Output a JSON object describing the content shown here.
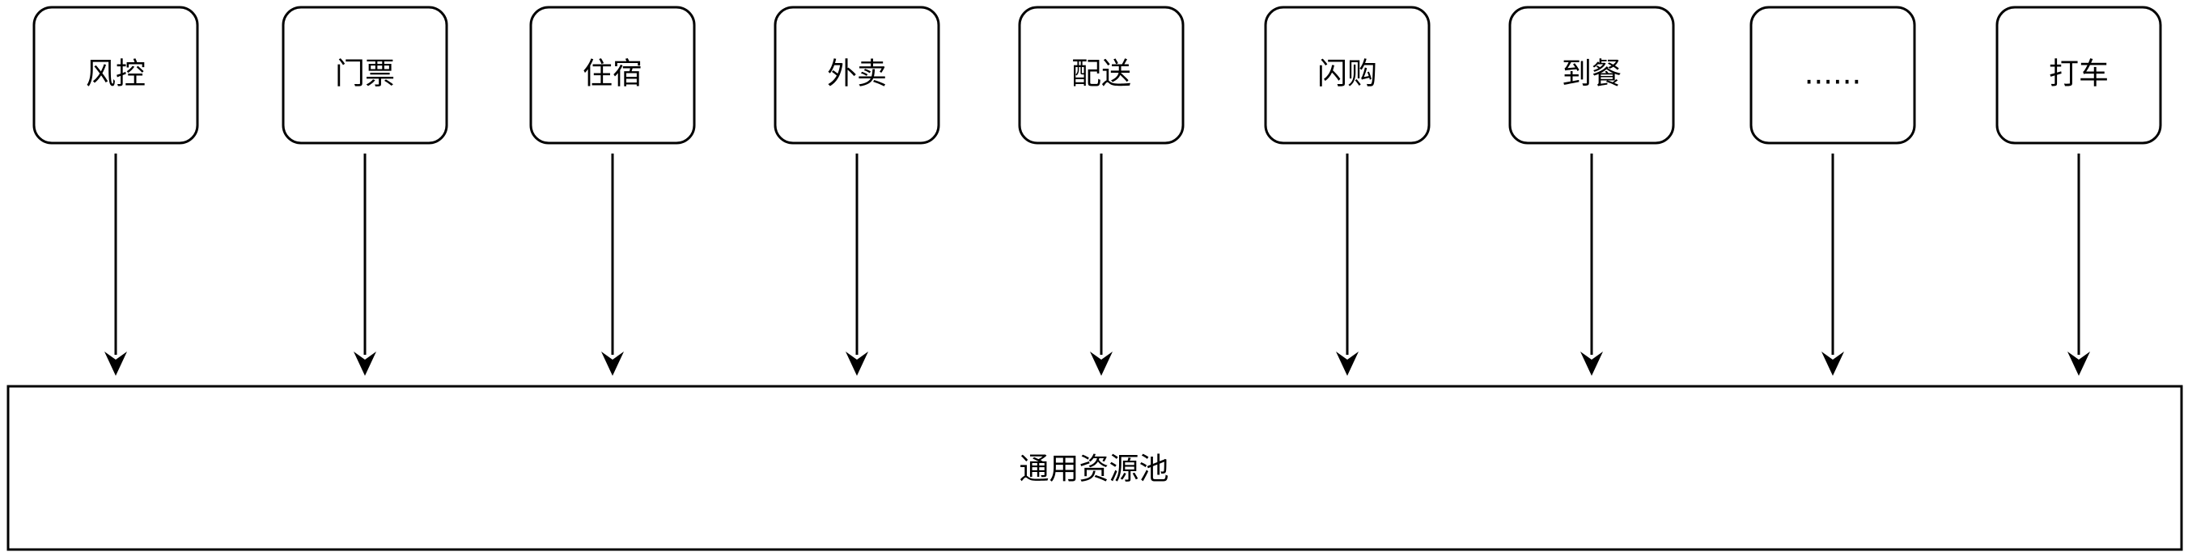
{
  "diagram": {
    "services": [
      {
        "label": "风控"
      },
      {
        "label": "门票"
      },
      {
        "label": "住宿"
      },
      {
        "label": "外卖"
      },
      {
        "label": "配送"
      },
      {
        "label": "闪购"
      },
      {
        "label": "到餐"
      },
      {
        "label": "......"
      },
      {
        "label": "打车"
      }
    ],
    "pool": {
      "label": "通用资源池"
    },
    "colors": {
      "stroke": "#000000",
      "fill": "#ffffff"
    }
  }
}
